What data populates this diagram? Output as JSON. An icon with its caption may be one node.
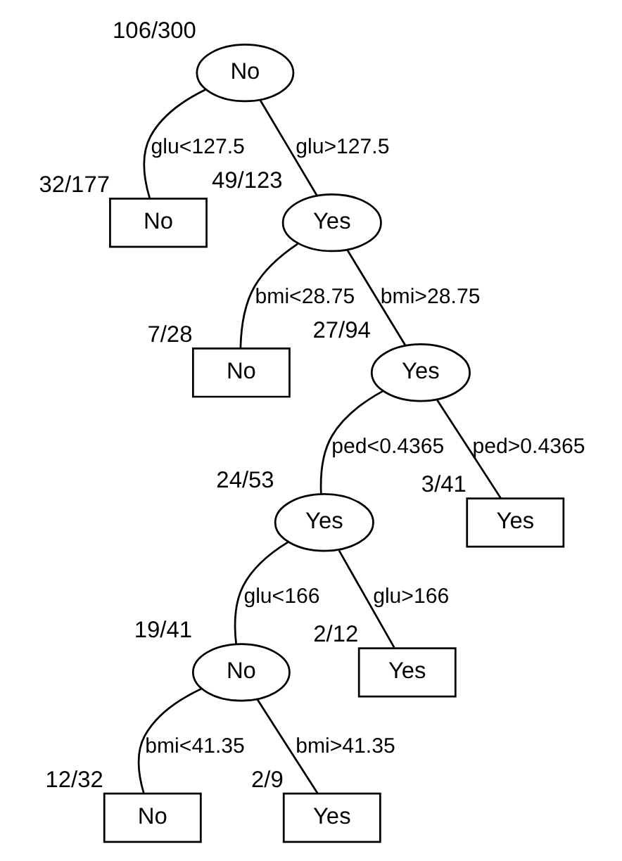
{
  "diagram": {
    "nodes": [
      {
        "text": [
          "No"
        ],
        "beside": [
          "106/300"
        ]
      },
      {
        "text": [
          "No"
        ],
        "beside": [
          "32/177"
        ]
      },
      {
        "text": [
          "Yes"
        ],
        "beside": [
          "49/123"
        ]
      },
      {
        "text": [
          "No"
        ],
        "beside": [
          "7/28"
        ]
      },
      {
        "text": [
          "Yes"
        ],
        "beside": [
          "27/94"
        ]
      },
      {
        "text": [
          "Yes"
        ],
        "beside": [
          "24/53"
        ]
      },
      {
        "text": [
          "Yes"
        ],
        "beside": [
          "3/41"
        ]
      },
      {
        "text": [
          "No"
        ],
        "beside": [
          "19/41"
        ]
      },
      {
        "text": [
          "Yes"
        ],
        "beside": [
          "2/12"
        ]
      },
      {
        "text": [
          "No"
        ],
        "beside": [
          "12/32"
        ]
      },
      {
        "text": [
          "Yes"
        ],
        "beside": [
          "2/9"
        ]
      }
    ],
    "edges": [
      {
        "from": 0,
        "to": 1,
        "arrow": "none",
        "label": "glu<127.5"
      },
      {
        "from": 0,
        "to": 2,
        "arrow": "none",
        "label": "glu>127.5"
      },
      {
        "from": 2,
        "to": 3,
        "arrow": "none",
        "label": "bmi<28.75"
      },
      {
        "from": 2,
        "to": 4,
        "arrow": "none",
        "label": "bmi>28.75"
      },
      {
        "from": 4,
        "to": 5,
        "arrow": "none",
        "label": "ped<0.4365"
      },
      {
        "from": 4,
        "to": 6,
        "arrow": "none",
        "label": "ped>0.4365"
      },
      {
        "from": 5,
        "to": 7,
        "arrow": "none",
        "label": "glu<166"
      },
      {
        "from": 5,
        "to": 8,
        "arrow": "none",
        "label": "glu>166"
      },
      {
        "from": 7,
        "to": 9,
        "arrow": "none",
        "label": "bmi<41.35"
      },
      {
        "from": 7,
        "to": 10,
        "arrow": "none",
        "label": "bmi>41.35"
      }
    ]
  }
}
